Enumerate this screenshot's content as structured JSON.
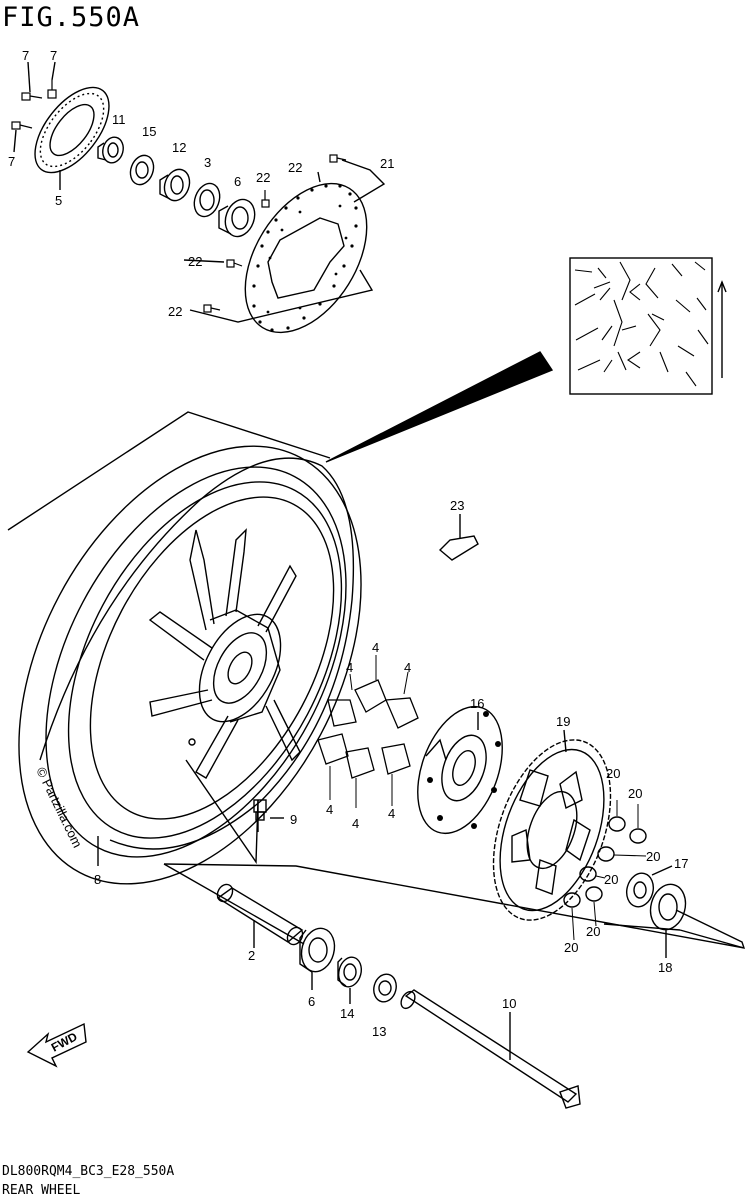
{
  "figure": {
    "title": "FIG.550A",
    "code": "DL800RQM4_BC3_E28_550A",
    "name": "REAR WHEEL",
    "watermark": "© Partzilla.com",
    "fwd_label": "FWD"
  },
  "callouts": [
    {
      "id": "c7a",
      "text": "7"
    },
    {
      "id": "c7b",
      "text": "7"
    },
    {
      "id": "c7c",
      "text": "7"
    },
    {
      "id": "c5",
      "text": "5"
    },
    {
      "id": "c11",
      "text": "11"
    },
    {
      "id": "c15",
      "text": "15"
    },
    {
      "id": "c12",
      "text": "12"
    },
    {
      "id": "c3",
      "text": "3"
    },
    {
      "id": "c6a",
      "text": "6"
    },
    {
      "id": "c22a",
      "text": "22"
    },
    {
      "id": "c22b",
      "text": "22"
    },
    {
      "id": "c21",
      "text": "21"
    },
    {
      "id": "c22c",
      "text": "22"
    },
    {
      "id": "c22d",
      "text": "22"
    },
    {
      "id": "c23",
      "text": "23"
    },
    {
      "id": "c4a",
      "text": "4"
    },
    {
      "id": "c4b",
      "text": "4"
    },
    {
      "id": "c4c",
      "text": "4"
    },
    {
      "id": "c4d",
      "text": "4"
    },
    {
      "id": "c4e",
      "text": "4"
    },
    {
      "id": "c4f",
      "text": "4"
    },
    {
      "id": "c16",
      "text": "16"
    },
    {
      "id": "c19",
      "text": "19"
    },
    {
      "id": "c20a",
      "text": "20"
    },
    {
      "id": "c20b",
      "text": "20"
    },
    {
      "id": "c20c",
      "text": "20"
    },
    {
      "id": "c17",
      "text": "17"
    },
    {
      "id": "c20d",
      "text": "20"
    },
    {
      "id": "c20e",
      "text": "20"
    },
    {
      "id": "c20f",
      "text": "20"
    },
    {
      "id": "c18",
      "text": "18"
    },
    {
      "id": "c9",
      "text": "9"
    },
    {
      "id": "c8",
      "text": "8"
    },
    {
      "id": "c2",
      "text": "2"
    },
    {
      "id": "c6b",
      "text": "6"
    },
    {
      "id": "c14",
      "text": "14"
    },
    {
      "id": "c13",
      "text": "13"
    },
    {
      "id": "c10",
      "text": "10"
    }
  ]
}
